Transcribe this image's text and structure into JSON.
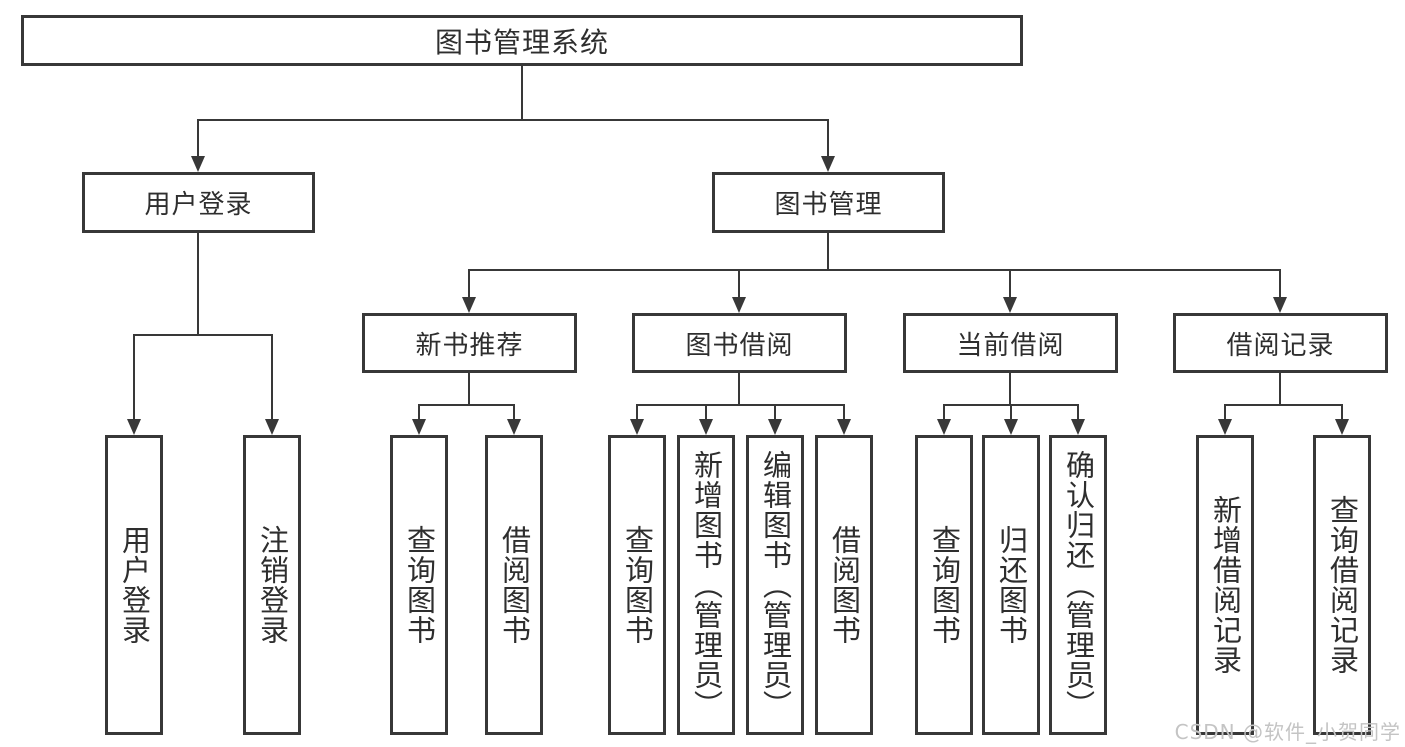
{
  "colors": {
    "line": "#383838",
    "text": "#2e2e2e",
    "watermark": "#c4c4c4",
    "bg": "#ffffff"
  },
  "watermark": {
    "text": "CSDN @软件_小贺同学"
  },
  "diagram": {
    "root": {
      "label": "图书管理系统"
    },
    "level2": [
      {
        "label": "用户登录"
      },
      {
        "label": "图书管理"
      }
    ],
    "level3": [
      {
        "label": "新书推荐"
      },
      {
        "label": "图书借阅"
      },
      {
        "label": "当前借阅"
      },
      {
        "label": "借阅记录"
      }
    ],
    "leaves": {
      "user_login": [
        {
          "label": "用户登录"
        },
        {
          "label": "注销登录"
        }
      ],
      "new_book_recommend": [
        {
          "label": "查询图书"
        },
        {
          "label": "借阅图书"
        }
      ],
      "book_borrow": [
        {
          "label": "查询图书"
        },
        {
          "label": "新增图书（管理员）"
        },
        {
          "label": "编辑图书（管理员）"
        },
        {
          "label": "借阅图书"
        }
      ],
      "current_borrow": [
        {
          "label": "查询图书"
        },
        {
          "label": "归还图书"
        },
        {
          "label": "确认归还（管理员）"
        }
      ],
      "borrow_record": [
        {
          "label": "新增借阅记录"
        },
        {
          "label": "查询借阅记录"
        }
      ]
    }
  }
}
